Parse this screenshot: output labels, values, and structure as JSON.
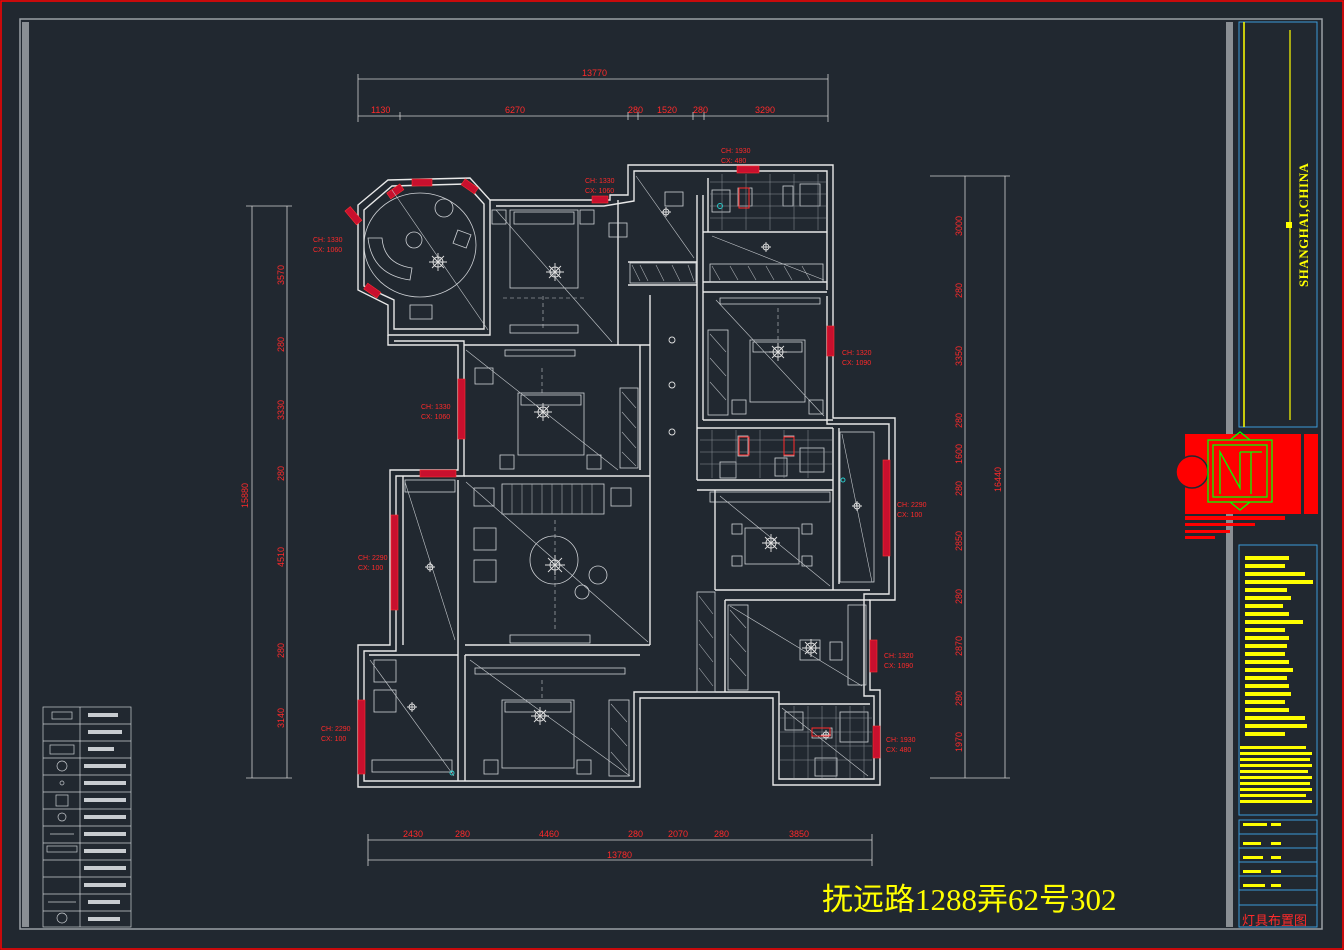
{
  "drawing": {
    "address_title": "抚远路1288弄62号302",
    "sheet_name": "灯具布置图",
    "city_label": "SHANGHAI,CHINA"
  },
  "dimensions": {
    "top_overall": "13770",
    "top_segments": [
      "1130",
      "6270",
      "280",
      "1520",
      "280",
      "3290"
    ],
    "bottom_overall": "13780",
    "bottom_segments": [
      "2430",
      "280",
      "4460",
      "280",
      "2070",
      "280",
      "3850"
    ],
    "left_overall": "15880",
    "left_segments": [
      "3570",
      "280",
      "3330",
      "280",
      "4510",
      "280",
      "3140"
    ],
    "right_overall": "16440",
    "right_segments": [
      "3000",
      "280",
      "3350",
      "280",
      "1600",
      "280",
      "2850",
      "280",
      "2870",
      "280",
      "1970"
    ]
  },
  "window_notes": [
    {
      "id": "w1",
      "ch": "CH: 1330",
      "cx": "CX: 1060"
    },
    {
      "id": "w2",
      "ch": "CH: 1330",
      "cx": "CX: 1060"
    },
    {
      "id": "w3",
      "ch": "CH: 1930",
      "cx": "CX: 480"
    },
    {
      "id": "w4",
      "ch": "CH: 1330",
      "cx": "CX: 1060"
    },
    {
      "id": "w5",
      "ch": "CH: 1320",
      "cx": "CX: 1090"
    },
    {
      "id": "w6",
      "ch": "CH: 2290",
      "cx": "CX: 100"
    },
    {
      "id": "w7",
      "ch": "CH: 2290",
      "cx": "CX: 100"
    },
    {
      "id": "w8",
      "ch": "CH: 2290",
      "cx": "CX: 100"
    },
    {
      "id": "w9",
      "ch": "CH: 1320",
      "cx": "CX: 1090"
    },
    {
      "id": "w10",
      "ch": "CH: 1930",
      "cx": "CX: 480"
    }
  ],
  "colors": {
    "background": "#212830",
    "walls": "#e8e8e8",
    "dimension_text": "#ff2a2a",
    "title_text": "#ffff00",
    "frame_red": "#ff0000",
    "frame_blue": "#3a9ad9",
    "logo_green": "#00ff00"
  }
}
